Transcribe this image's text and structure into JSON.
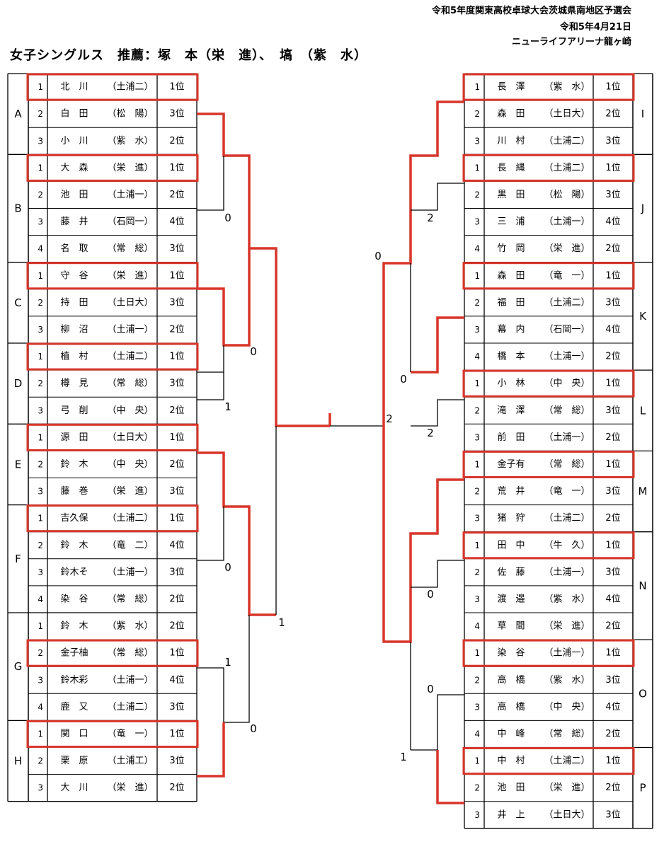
{
  "header": {
    "title": "令和5年度関東高校卓球大会茨城県南地区予選会",
    "date": "令和5年4月21日",
    "venue": "ニューライフアリーナ龍ヶ崎"
  },
  "subtitle": "女子シングルス　推薦：塚　本（栄　進）、　塙　（紫　水）",
  "left_groups": [
    {
      "label": "A",
      "players": [
        {
          "num": "1",
          "name": "北　川",
          "school": "（土浦二）",
          "rank": "1位",
          "advance": true
        },
        {
          "num": "2",
          "name": "白　田",
          "school": "（松　陽）",
          "rank": "3位",
          "advance": false
        },
        {
          "num": "3",
          "name": "小　川",
          "school": "（紫　水）",
          "rank": "2位",
          "advance": false
        }
      ]
    },
    {
      "label": "B",
      "players": [
        {
          "num": "1",
          "name": "大　森",
          "school": "（栄　進）",
          "rank": "1位",
          "advance": true
        },
        {
          "num": "2",
          "name": "池　田",
          "school": "（土浦一）",
          "rank": "2位",
          "advance": false
        },
        {
          "num": "3",
          "name": "藤　井",
          "school": "（石岡一）",
          "rank": "4位",
          "advance": false
        },
        {
          "num": "4",
          "name": "名　取",
          "school": "（常　総）",
          "rank": "3位",
          "advance": false
        }
      ]
    },
    {
      "label": "C",
      "players": [
        {
          "num": "1",
          "name": "守　谷",
          "school": "（栄　進）",
          "rank": "1位",
          "advance": true
        },
        {
          "num": "2",
          "name": "持　田",
          "school": "（土日大）",
          "rank": "3位",
          "advance": false
        },
        {
          "num": "3",
          "name": "柳　沼",
          "school": "（土浦一）",
          "rank": "2位",
          "advance": false
        }
      ]
    },
    {
      "label": "D",
      "players": [
        {
          "num": "1",
          "name": "植　村",
          "school": "（土浦二）",
          "rank": "1位",
          "advance": true
        },
        {
          "num": "2",
          "name": "樽　見",
          "school": "（常　総）",
          "rank": "3位",
          "advance": false
        },
        {
          "num": "3",
          "name": "弓　削",
          "school": "（中　央）",
          "rank": "2位",
          "advance": false
        }
      ]
    },
    {
      "label": "E",
      "players": [
        {
          "num": "1",
          "name": "源　田",
          "school": "（土日大）",
          "rank": "1位",
          "advance": true
        },
        {
          "num": "2",
          "name": "鈴　木",
          "school": "（中　央）",
          "rank": "2位",
          "advance": false
        },
        {
          "num": "3",
          "name": "藤　巻",
          "school": "（栄　進）",
          "rank": "3位",
          "advance": false
        }
      ]
    },
    {
      "label": "F",
      "players": [
        {
          "num": "1",
          "name": "吉久保",
          "school": "（土浦二）",
          "rank": "1位",
          "advance": true
        },
        {
          "num": "2",
          "name": "鈴　木",
          "school": "（竜　二）",
          "rank": "4位",
          "advance": false
        },
        {
          "num": "3",
          "name": "鈴木そ",
          "school": "（土浦一）",
          "rank": "3位",
          "advance": false
        },
        {
          "num": "4",
          "name": "染　谷",
          "school": "（常　総）",
          "rank": "2位",
          "advance": false
        }
      ]
    },
    {
      "label": "G",
      "players": [
        {
          "num": "1",
          "name": "鈴　木",
          "school": "（紫　水）",
          "rank": "2位",
          "advance": false
        },
        {
          "num": "2",
          "name": "金子柚",
          "school": "（常　総）",
          "rank": "1位",
          "advance": true
        },
        {
          "num": "3",
          "name": "鈴木彩",
          "school": "（土浦一）",
          "rank": "4位",
          "advance": false
        },
        {
          "num": "4",
          "name": "鹿　又",
          "school": "（土浦二）",
          "rank": "3位",
          "advance": false
        }
      ]
    },
    {
      "label": "H",
      "players": [
        {
          "num": "1",
          "name": "関　口",
          "school": "（竜　一）",
          "rank": "1位",
          "advance": true
        },
        {
          "num": "2",
          "name": "栗　原",
          "school": "（土浦工）",
          "rank": "3位",
          "advance": false
        },
        {
          "num": "3",
          "name": "大　川",
          "school": "（栄　進）",
          "rank": "2位",
          "advance": false
        }
      ]
    }
  ],
  "right_groups": [
    {
      "label": "I",
      "players": [
        {
          "num": "1",
          "name": "長　澤",
          "school": "（紫　水）",
          "rank": "1位",
          "advance": true
        },
        {
          "num": "2",
          "name": "森　田",
          "school": "（土日大）",
          "rank": "2位",
          "advance": false
        },
        {
          "num": "3",
          "name": "川　村",
          "school": "（土浦二）",
          "rank": "3位",
          "advance": false
        }
      ]
    },
    {
      "label": "J",
      "players": [
        {
          "num": "1",
          "name": "長　縄",
          "school": "（土浦二）",
          "rank": "1位",
          "advance": true
        },
        {
          "num": "2",
          "name": "黒　田",
          "school": "（松　陽）",
          "rank": "3位",
          "advance": false
        },
        {
          "num": "3",
          "name": "三　浦",
          "school": "（土浦一）",
          "rank": "4位",
          "advance": false
        },
        {
          "num": "4",
          "name": "竹　岡",
          "school": "（栄　進）",
          "rank": "2位",
          "advance": false
        }
      ]
    },
    {
      "label": "K",
      "players": [
        {
          "num": "1",
          "name": "森　田",
          "school": "（竜　一）",
          "rank": "1位",
          "advance": true
        },
        {
          "num": "2",
          "name": "福　田",
          "school": "（土浦二）",
          "rank": "3位",
          "advance": false
        },
        {
          "num": "3",
          "name": "幕　内",
          "school": "（石岡一）",
          "rank": "4位",
          "advance": false
        },
        {
          "num": "4",
          "name": "橋　本",
          "school": "（土浦一）",
          "rank": "2位",
          "advance": false
        }
      ]
    },
    {
      "label": "L",
      "players": [
        {
          "num": "1",
          "name": "小　林",
          "school": "（中　央）",
          "rank": "1位",
          "advance": true
        },
        {
          "num": "2",
          "name": "滝　澤",
          "school": "（常　総）",
          "rank": "3位",
          "advance": false
        },
        {
          "num": "3",
          "name": "前　田",
          "school": "（土浦一）",
          "rank": "2位",
          "advance": false
        }
      ]
    },
    {
      "label": "M",
      "players": [
        {
          "num": "1",
          "name": "金子有",
          "school": "（常　総）",
          "rank": "1位",
          "advance": true
        },
        {
          "num": "2",
          "name": "荒　井",
          "school": "（竜　一）",
          "rank": "3位",
          "advance": false
        },
        {
          "num": "3",
          "name": "猪　狩",
          "school": "（土浦二）",
          "rank": "2位",
          "advance": false
        }
      ]
    },
    {
      "label": "N",
      "players": [
        {
          "num": "1",
          "name": "田　中",
          "school": "（牛　久）",
          "rank": "1位",
          "advance": true
        },
        {
          "num": "2",
          "name": "佐　藤",
          "school": "（土浦一）",
          "rank": "3位",
          "advance": false
        },
        {
          "num": "3",
          "name": "渡　邉",
          "school": "（紫　水）",
          "rank": "4位",
          "advance": false
        },
        {
          "num": "4",
          "name": "草　間",
          "school": "（栄　進）",
          "rank": "2位",
          "advance": false
        }
      ]
    },
    {
      "label": "O",
      "players": [
        {
          "num": "1",
          "name": "染　谷",
          "school": "（土浦一）",
          "rank": "1位",
          "advance": true
        },
        {
          "num": "2",
          "name": "高　橋",
          "school": "（紫　水）",
          "rank": "3位",
          "advance": false
        },
        {
          "num": "3",
          "name": "高　橋",
          "school": "（中　央）",
          "rank": "4位",
          "advance": false
        },
        {
          "num": "4",
          "name": "中　峰",
          "school": "（常　総）",
          "rank": "2位",
          "advance": false
        }
      ]
    },
    {
      "label": "P",
      "players": [
        {
          "num": "1",
          "name": "中　村",
          "school": "（土浦二）",
          "rank": "1位",
          "advance": true
        },
        {
          "num": "2",
          "name": "池　田",
          "school": "（栄　進）",
          "rank": "2位",
          "advance": false
        },
        {
          "num": "3",
          "name": "井　上",
          "school": "（土日大）",
          "rank": "3位",
          "advance": false
        }
      ]
    }
  ],
  "scores": {
    "l_ab": "0",
    "l_cd": "0",
    "l_cd_low": "1",
    "l_ef": "0",
    "l_gh_g": "1",
    "l_gh": "0",
    "l_half2": "1",
    "r_ij": "2",
    "r_half1": "0",
    "r_kl_k": "0",
    "r_kl": "2",
    "r_final": "2",
    "r_mn": "0",
    "r_op_o": "0",
    "r_op": "1"
  },
  "colors": {
    "highlight": "#d8352a",
    "line": "#000000"
  }
}
